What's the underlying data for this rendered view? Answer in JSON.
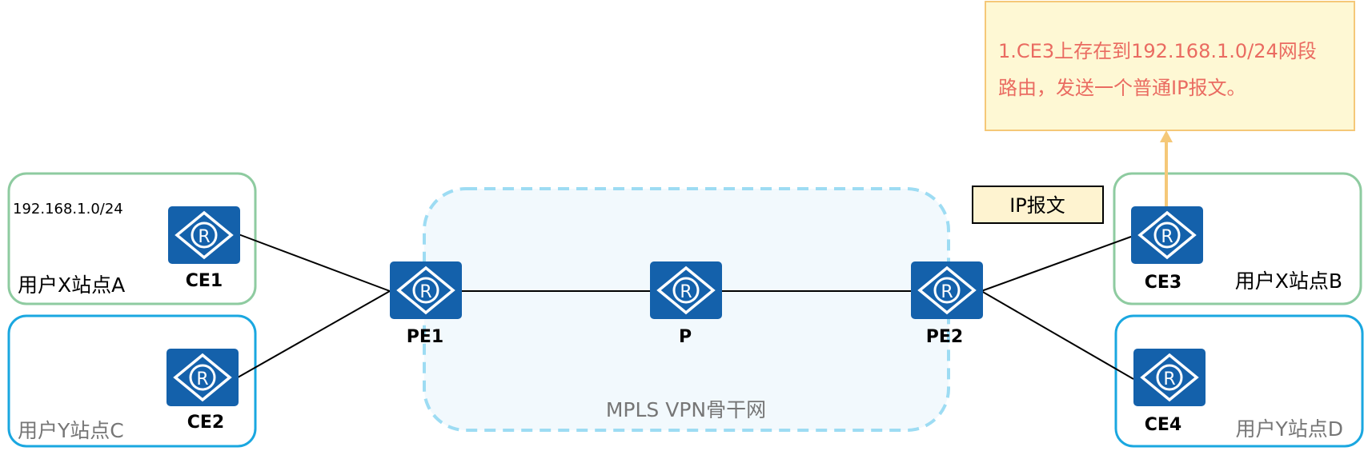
{
  "diagram": {
    "backbone_label": "MPLS VPN骨干网",
    "prefix_label": "192.168.1.0/24",
    "packet_label": "IP报文",
    "note": {
      "line1": "1.CE3上存在到192.168.1.0/24网段",
      "line2": "路由，发送一个普通IP报文。"
    },
    "router_glyph": "R",
    "sites": {
      "a": "用户X站点A",
      "b": "用户X站点B",
      "c": "用户Y站点C",
      "d": "用户Y站点D"
    },
    "routers": {
      "ce1": "CE1",
      "ce2": "CE2",
      "ce3": "CE3",
      "ce4": "CE4",
      "pe1": "PE1",
      "p": "P",
      "pe2": "PE2"
    },
    "colors": {
      "site_x_border": "#8ecba0",
      "site_y_border": "#1aa7e0",
      "backbone_fill": "#f2f9fd",
      "backbone_border": "#9ddcf3",
      "router_fill": "#1461ab",
      "note_fill": "#fef8d4",
      "note_border": "#f5c878",
      "note_text": "#ea6b61",
      "arrow": "#f5c878",
      "packet_fill": "#fef3d0"
    }
  }
}
